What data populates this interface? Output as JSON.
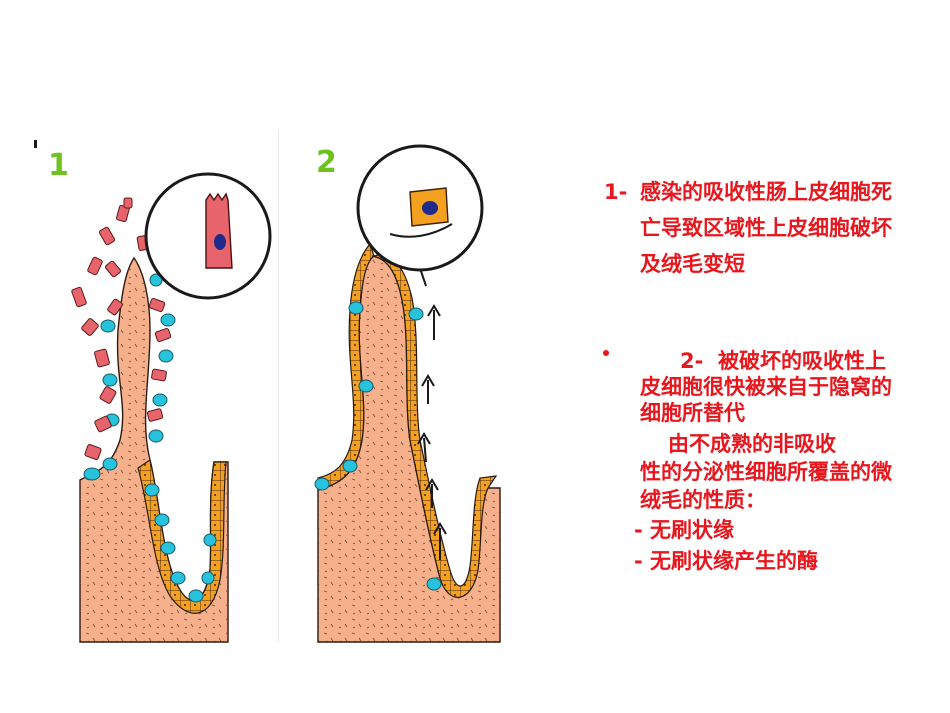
{
  "panels": {
    "panel1_number": "1",
    "panel2_number": "2"
  },
  "text": {
    "item1_label": "1-",
    "item1_text": "感染的吸收性肠上皮细胞死亡导致区域性上皮细胞破坏及绒毛变短",
    "item2_label": "2-",
    "item2_text": "被破坏的吸收性上皮细胞很快被来自于隐窝的细胞所替代",
    "item2_cont_line1": "由不成熟的非吸收",
    "item2_cont_rest": "性的分泌性细胞所覆盖的微绒毛的性质：",
    "dash1": "- 无刷状缘",
    "dash2": "- 无刷状缘产生的酶"
  },
  "colors": {
    "accent_text": "#e8171e",
    "panel_number": "#6cc21e",
    "tissue": "#f6b08c",
    "cell_orange": "#f4a020",
    "cell_pink": "#e8646c",
    "nucleus_blue": "#27c2dc",
    "nucleus_dark": "#1f2a8a"
  }
}
